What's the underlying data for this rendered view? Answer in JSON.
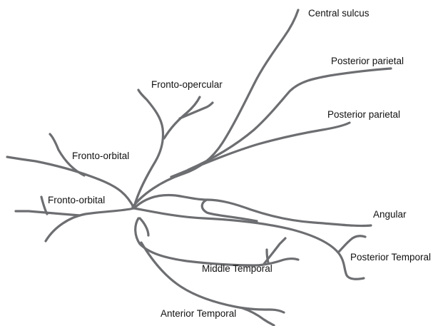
{
  "diagram": {
    "line_color": "#6d6e71",
    "text_color": "#111111",
    "background": "#ffffff",
    "labels": {
      "central_sulcus": "Central sulcus",
      "posterior_parietal_upper": "Posterior parietal",
      "posterior_parietal_lower": "Posterior parietal",
      "fronto_opercular": "Fronto-opercular",
      "fronto_orbital_upper": "Fronto-orbital",
      "fronto_orbital_lower": "Fronto-orbital",
      "angular": "Angular",
      "posterior_temporal": "Posterior Temporal",
      "middle_temporal": "Middle Temporal",
      "anterior_temporal": "Anterior Temporal"
    }
  }
}
